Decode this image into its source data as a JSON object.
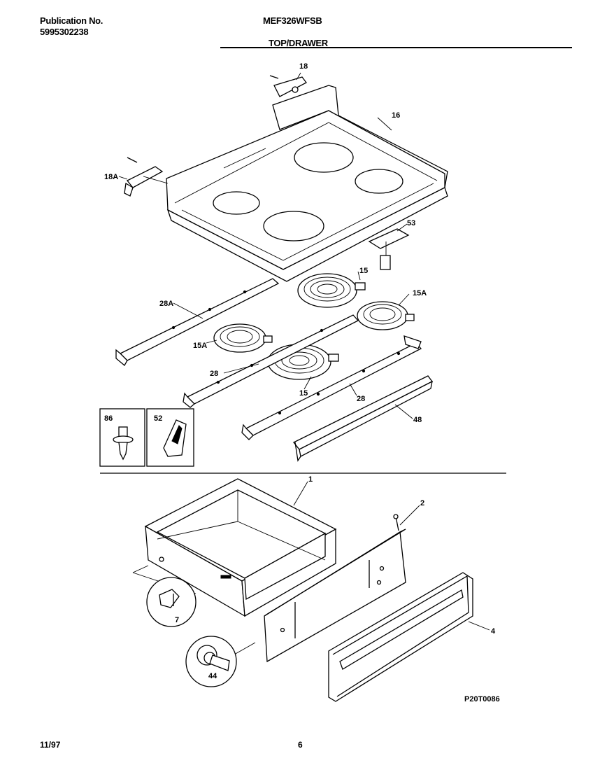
{
  "header": {
    "publication_label": "Publication No.",
    "publication_number": "5995302238",
    "model": "MEF326WFSB",
    "section": "TOP/DRAWER"
  },
  "callouts": {
    "c18": "18",
    "c16": "16",
    "c18a": "18A",
    "c53": "53",
    "c15a": "15",
    "c15b": "15",
    "c15ar": "15A",
    "c15al": "15A",
    "c28a": "28A",
    "c28l": "28",
    "c28r": "28",
    "c48": "48",
    "c86": "86",
    "c52": "52",
    "c1": "1",
    "c2": "2",
    "c4": "4",
    "c7": "7",
    "c44": "44"
  },
  "diagram_code": "P20T0086",
  "footer": {
    "date": "11/97",
    "page": "6"
  }
}
